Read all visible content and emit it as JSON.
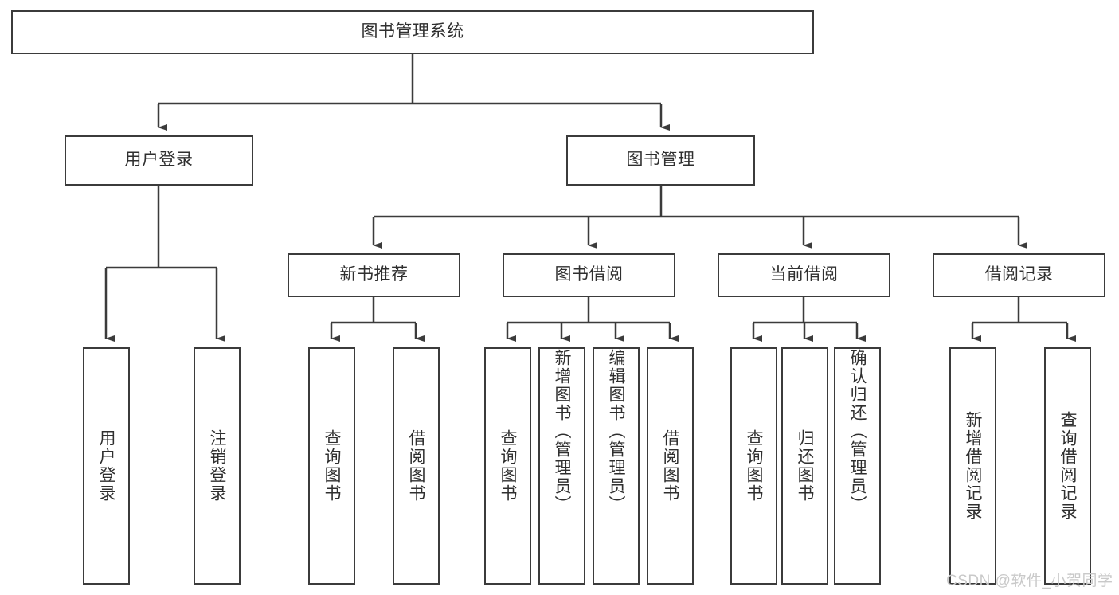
{
  "diagram": {
    "title": "图书管理系统",
    "type": "hierarchy-tree",
    "levels": [
      {
        "level": 1,
        "nodes": [
          {
            "id": "root",
            "label": "图书管理系统"
          }
        ]
      },
      {
        "level": 2,
        "nodes": [
          {
            "id": "login",
            "label": "用户登录",
            "parent": "root"
          },
          {
            "id": "bookmgmt",
            "label": "图书管理",
            "parent": "root"
          }
        ]
      },
      {
        "level": 3,
        "nodes": [
          {
            "id": "newbook",
            "label": "新书推荐",
            "parent": "bookmgmt"
          },
          {
            "id": "borrow",
            "label": "图书借阅",
            "parent": "bookmgmt"
          },
          {
            "id": "current",
            "label": "当前借阅",
            "parent": "bookmgmt"
          },
          {
            "id": "records",
            "label": "借阅记录",
            "parent": "bookmgmt"
          }
        ]
      },
      {
        "level": 4,
        "nodes": [
          {
            "id": "leaf1",
            "label": "用户登录",
            "parent": "login"
          },
          {
            "id": "leaf2",
            "label": "注销登录",
            "parent": "login"
          },
          {
            "id": "leaf3",
            "label": "查询图书",
            "parent": "newbook"
          },
          {
            "id": "leaf4",
            "label": "借阅图书",
            "parent": "newbook"
          },
          {
            "id": "leaf5",
            "label": "查询图书",
            "parent": "borrow"
          },
          {
            "id": "leaf6",
            "label": "新增图书（管理员）",
            "parent": "borrow"
          },
          {
            "id": "leaf7",
            "label": "编辑图书（管理员）",
            "parent": "borrow"
          },
          {
            "id": "leaf8",
            "label": "借阅图书",
            "parent": "borrow"
          },
          {
            "id": "leaf9",
            "label": "查询图书",
            "parent": "current"
          },
          {
            "id": "leaf10",
            "label": "归还图书",
            "parent": "current"
          },
          {
            "id": "leaf11",
            "label": "确认归还（管理员）",
            "parent": "current"
          },
          {
            "id": "leaf12",
            "label": "新增借阅记录",
            "parent": "records"
          },
          {
            "id": "leaf13",
            "label": "查询借阅记录",
            "parent": "records"
          }
        ]
      }
    ],
    "watermark": "CSDN @软件_小贺同学",
    "colors": {
      "border": "#3b3b3b",
      "text": "#2f2f2f",
      "background": "#ffffff",
      "watermark": "#c9c9c9"
    }
  }
}
